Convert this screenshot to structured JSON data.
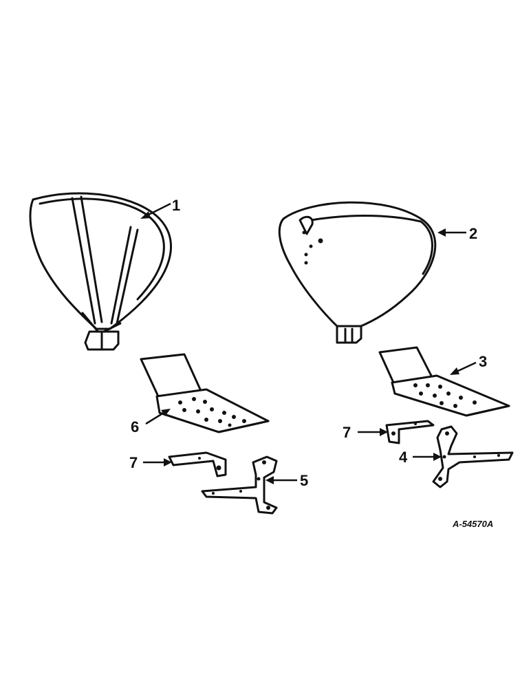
{
  "callouts": {
    "c1": "1",
    "c2": "2",
    "c3": "3",
    "c4": "4",
    "c5": "5",
    "c6": "6",
    "c7a": "7",
    "c7b": "7"
  },
  "figure_id": "A-54570A",
  "colors": {
    "ink": "#111111",
    "paper": "#ffffff"
  }
}
